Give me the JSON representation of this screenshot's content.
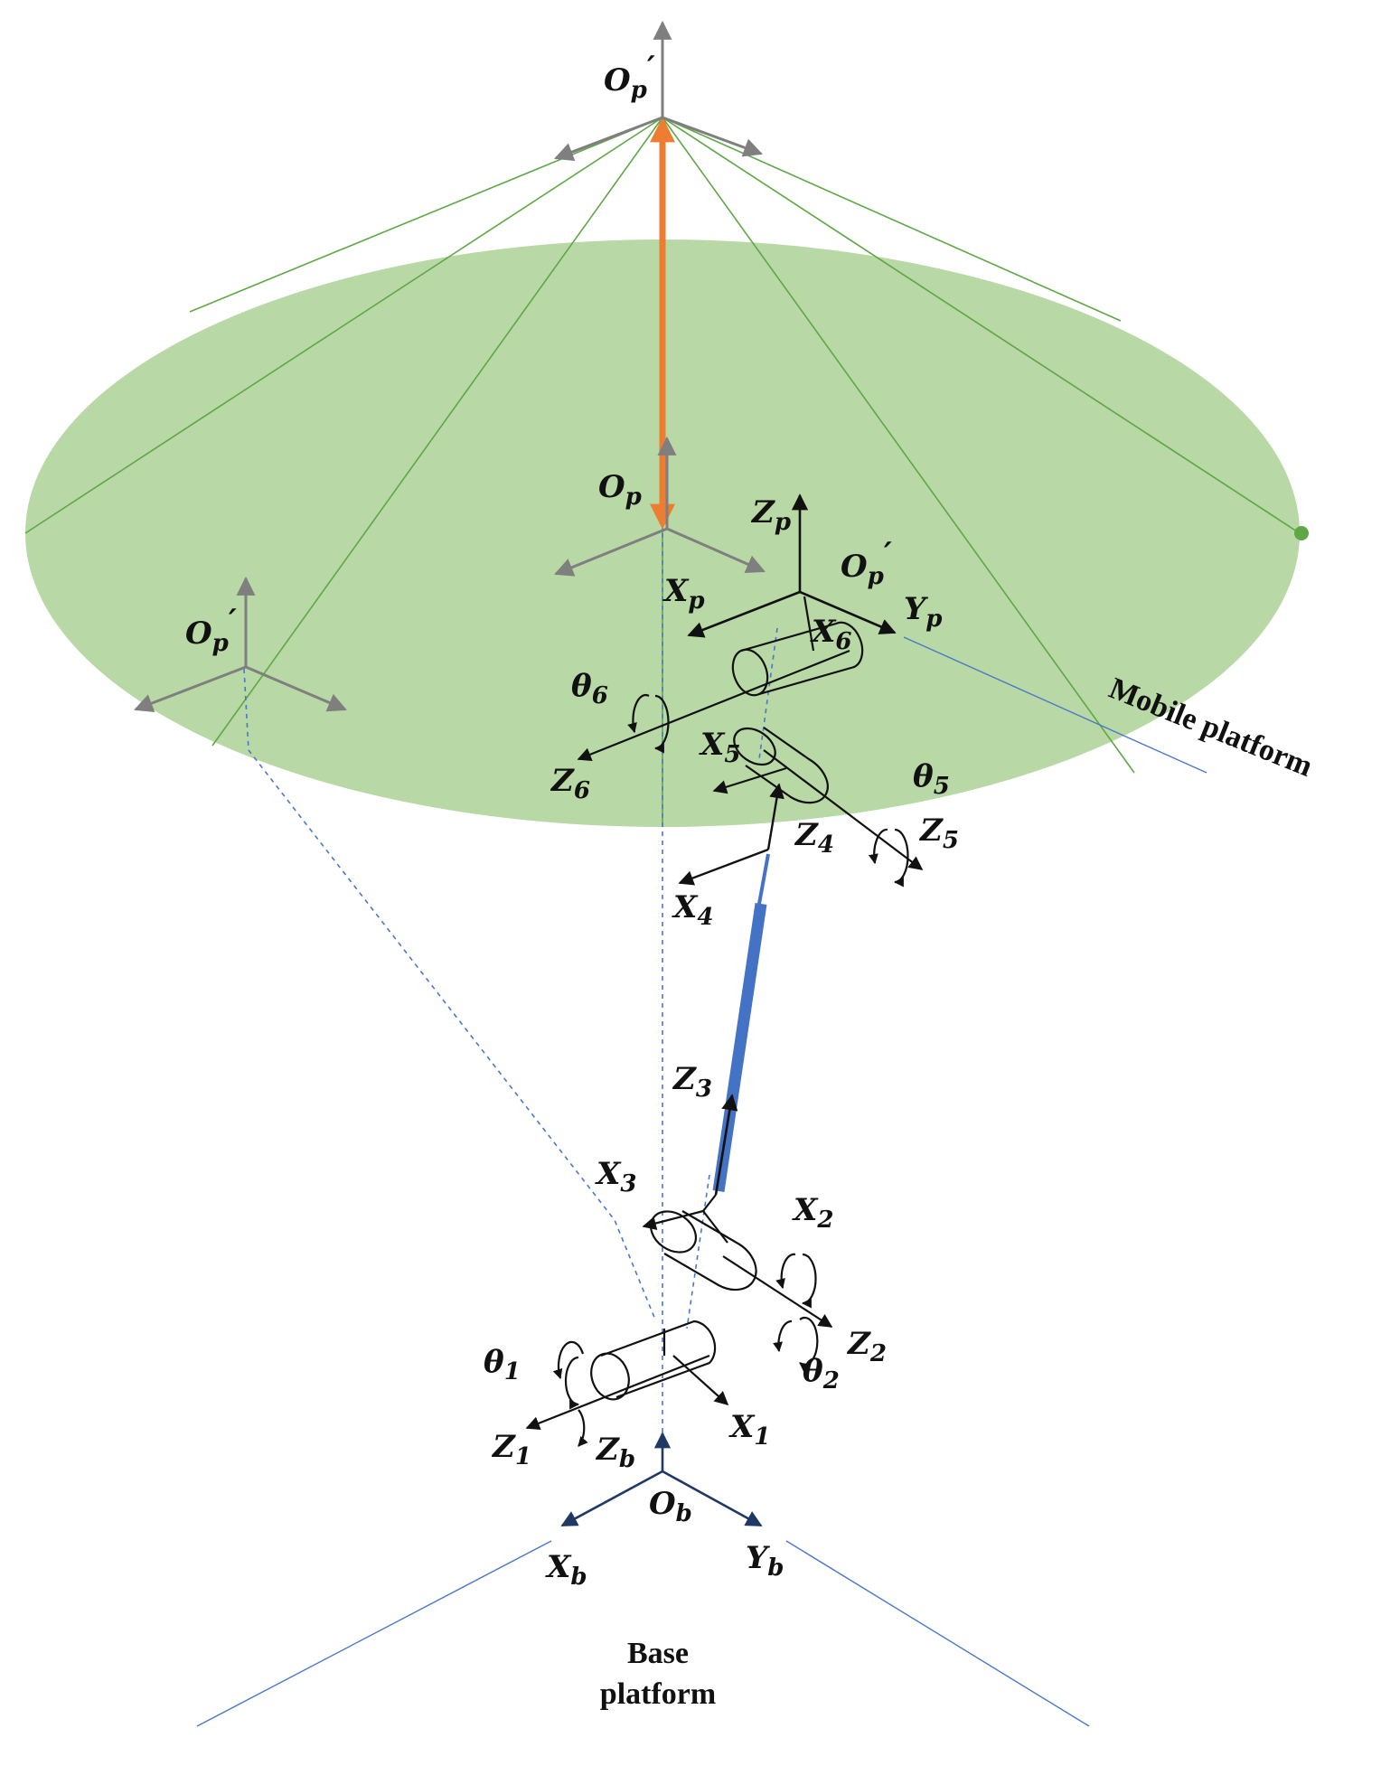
{
  "labels": {
    "op_prime": "O",
    "op_prime_sub": "p",
    "op_prime_mark": "′",
    "op": "O",
    "op_sub": "p",
    "zp": "Z",
    "zp_sub": "p",
    "xp": "X",
    "xp_sub": "p",
    "yp": "Y",
    "yp_sub": "p",
    "x6": "X",
    "x6_sub": "6",
    "z6": "Z",
    "z6_sub": "6",
    "theta6": "θ",
    "theta6_sub": "6",
    "x5": "X",
    "x5_sub": "5",
    "z5": "Z",
    "z5_sub": "5",
    "theta5": "θ",
    "theta5_sub": "5",
    "z4": "Z",
    "z4_sub": "4",
    "x4": "X",
    "x4_sub": "4",
    "z3": "Z",
    "z3_sub": "3",
    "x3": "X",
    "x3_sub": "3",
    "x2": "X",
    "x2_sub": "2",
    "z2": "Z",
    "z2_sub": "2",
    "theta2": "θ",
    "theta2_sub": "2",
    "theta1": "θ",
    "theta1_sub": "1",
    "z1": "Z",
    "z1_sub": "1",
    "x1": "X",
    "x1_sub": "1",
    "zb": "Z",
    "zb_sub": "b",
    "ob": "O",
    "ob_sub": "b",
    "xb": "X",
    "xb_sub": "b",
    "yb": "Y",
    "yb_sub": "b"
  },
  "captions": {
    "mobile_platform": "Mobile platform",
    "base_platform_line1": "Base",
    "base_platform_line2": "platform"
  },
  "colors": {
    "ellipse_fill": "#b8d8a6",
    "cone_line": "#5fa845",
    "dashed_blue": "#4a78c8",
    "actuator_blue": "#4472c4",
    "orange_arrow": "#ed7d31",
    "gray_axes": "#7f7f7f"
  }
}
